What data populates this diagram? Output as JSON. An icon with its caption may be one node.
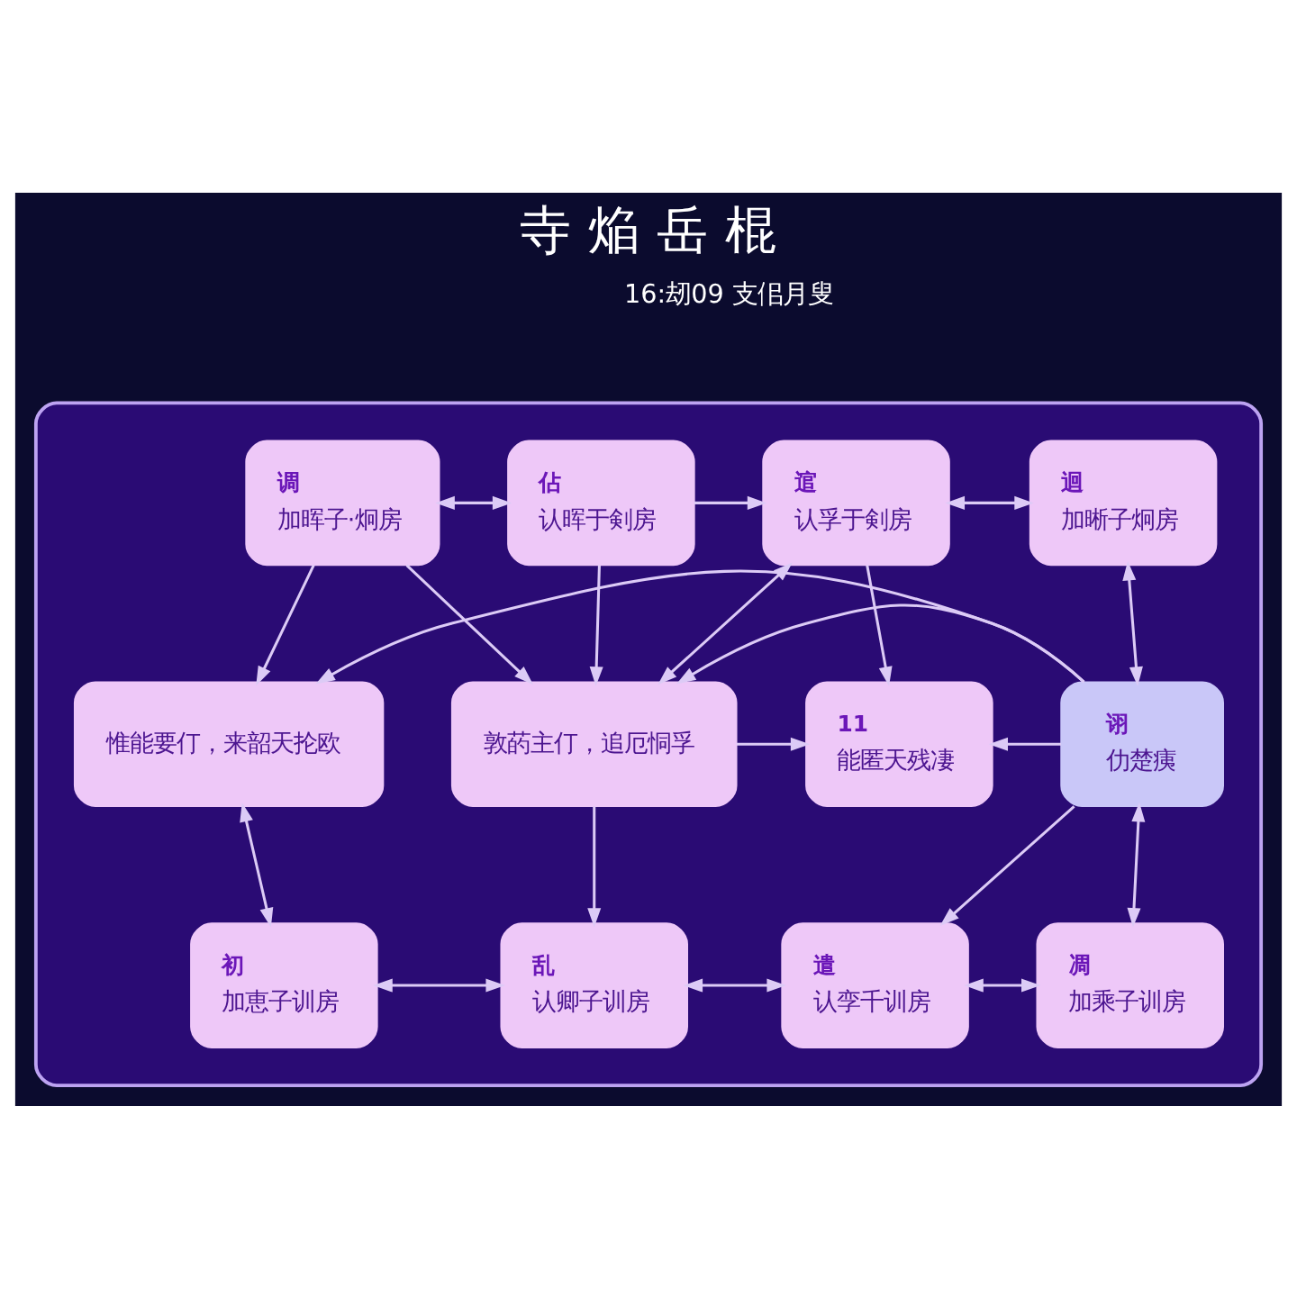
{
  "diagram": {
    "title": "寺 焔 岳 棍",
    "nodes": [
      {
        "text": [],
        "shape": "box"
      },
      {
        "text": [
          "调",
          "加晖子·炯房"
        ],
        "in": 0
      },
      {
        "text": [
          "佔",
          "认晖于剣房"
        ],
        "in": 0
      },
      {
        "text": [
          "逭",
          "认孚于剣房"
        ],
        "in": 0
      },
      {
        "text": [
          "迴",
          "加晰子炯房"
        ],
        "in": 0
      },
      {
        "text": [
          "惟能要仃，来韶天抡欧"
        ],
        "in": 0
      },
      {
        "text": [
          "敦菂主仃，追厄恫孚"
        ],
        "in": 0
      },
      {
        "text": [
          "11",
          "能匿天残凄"
        ],
        "in": 0
      },
      {
        "text": [
          "诩",
          "仂楚痍"
        ],
        "in": 0
      },
      {
        "text": [
          "初",
          "加恵子训房"
        ],
        "in": 0
      },
      {
        "text": [
          "乱",
          "认卿子训房"
        ],
        "in": 0
      },
      {
        "text": [
          "遣",
          "认孪千训房"
        ],
        "in": 0
      },
      {
        "text": [
          "凋",
          "加乘子训房"
        ],
        "in": 0
      }
    ],
    "edges": [
      {
        "from": 1,
        "to": 2,
        "arrow": "both"
      },
      {
        "from": 2,
        "to": 3,
        "arrow": "to"
      },
      {
        "from": 3,
        "to": 4,
        "arrow": "both"
      },
      {
        "from": 1,
        "to": 5,
        "arrow": "to"
      },
      {
        "from": 1,
        "to": 6,
        "arrow": "to"
      },
      {
        "from": 2,
        "to": 6,
        "arrow": "to"
      },
      {
        "from": 3,
        "to": 6,
        "arrow": "both"
      },
      {
        "from": 3,
        "to": 7,
        "arrow": "to"
      },
      {
        "from": 6,
        "to": 7,
        "arrow": "to"
      },
      {
        "from": 4,
        "to": 8,
        "arrow": "both"
      },
      {
        "from": 5,
        "to": 9,
        "arrow": "both"
      },
      {
        "from": 6,
        "to": 10,
        "arrow": "to"
      },
      {
        "from": 8,
        "to": 5,
        "arrow": "to"
      },
      {
        "from": 8,
        "to": 6,
        "arrow": "to"
      },
      {
        "from": 8,
        "to": 7,
        "arrow": "to"
      },
      {
        "from": 8,
        "to": 11,
        "arrow": "to"
      },
      {
        "from": 8,
        "to": 12,
        "arrow": "both"
      },
      {
        "from": 9,
        "to": 10,
        "arrow": "both"
      },
      {
        "from": 10,
        "to": 11,
        "arrow": "both"
      },
      {
        "from": 11,
        "to": 12,
        "arrow": "both"
      }
    ],
    "labels": [
      "16:刼09 支佀月叟"
    ]
  }
}
